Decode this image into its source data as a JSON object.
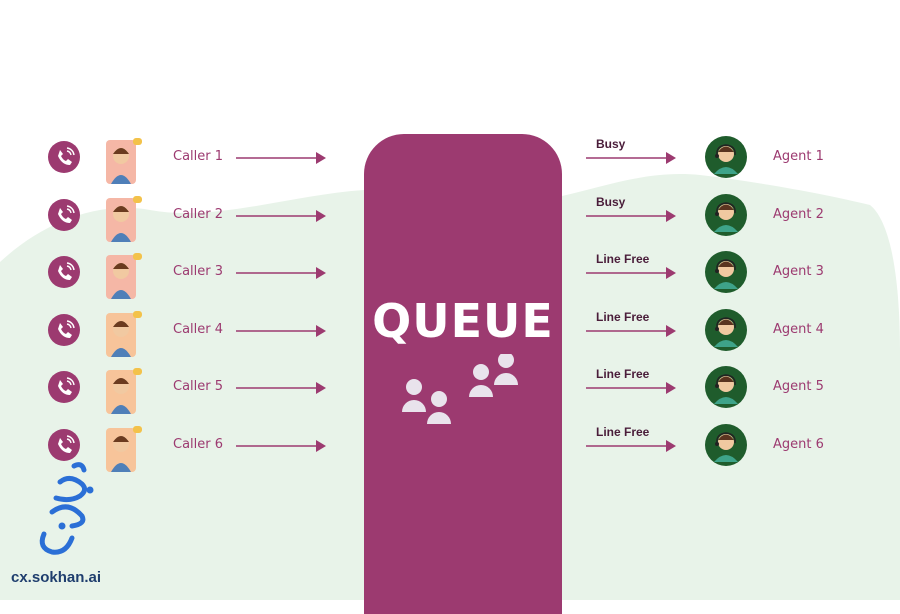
{
  "queue": {
    "title": "QUEUE"
  },
  "callers": [
    {
      "label": "Caller 1",
      "card_color": "#f5b7a6"
    },
    {
      "label": "Caller 2",
      "card_color": "#f5b7a6"
    },
    {
      "label": "Caller 3",
      "card_color": "#f5b7a6"
    },
    {
      "label": "Caller 4",
      "card_color": "#f7c49a"
    },
    {
      "label": "Caller 5",
      "card_color": "#f7c49a"
    },
    {
      "label": "Caller 6",
      "card_color": "#f7c49a"
    }
  ],
  "agents": [
    {
      "label": "Agent 1",
      "status": "Busy"
    },
    {
      "label": "Agent 2",
      "status": "Busy"
    },
    {
      "label": "Agent 3",
      "status": "Line Free"
    },
    {
      "label": "Agent 4",
      "status": "Line Free"
    },
    {
      "label": "Agent 5",
      "status": "Line Free"
    },
    {
      "label": "Agent 6",
      "status": "Line Free"
    }
  ],
  "branding": {
    "text": "cx.sokhan.ai"
  },
  "colors": {
    "accent": "#9c3a70",
    "background_shape": "#e8f3e9",
    "agent_circle": "#1f5c2c",
    "status_text": "#4a1d3a",
    "logo": "#1f3e6e"
  },
  "icons": {
    "phone": "phone-call-icon",
    "people": "people-group-icon",
    "arrow": "right-arrow-icon"
  }
}
